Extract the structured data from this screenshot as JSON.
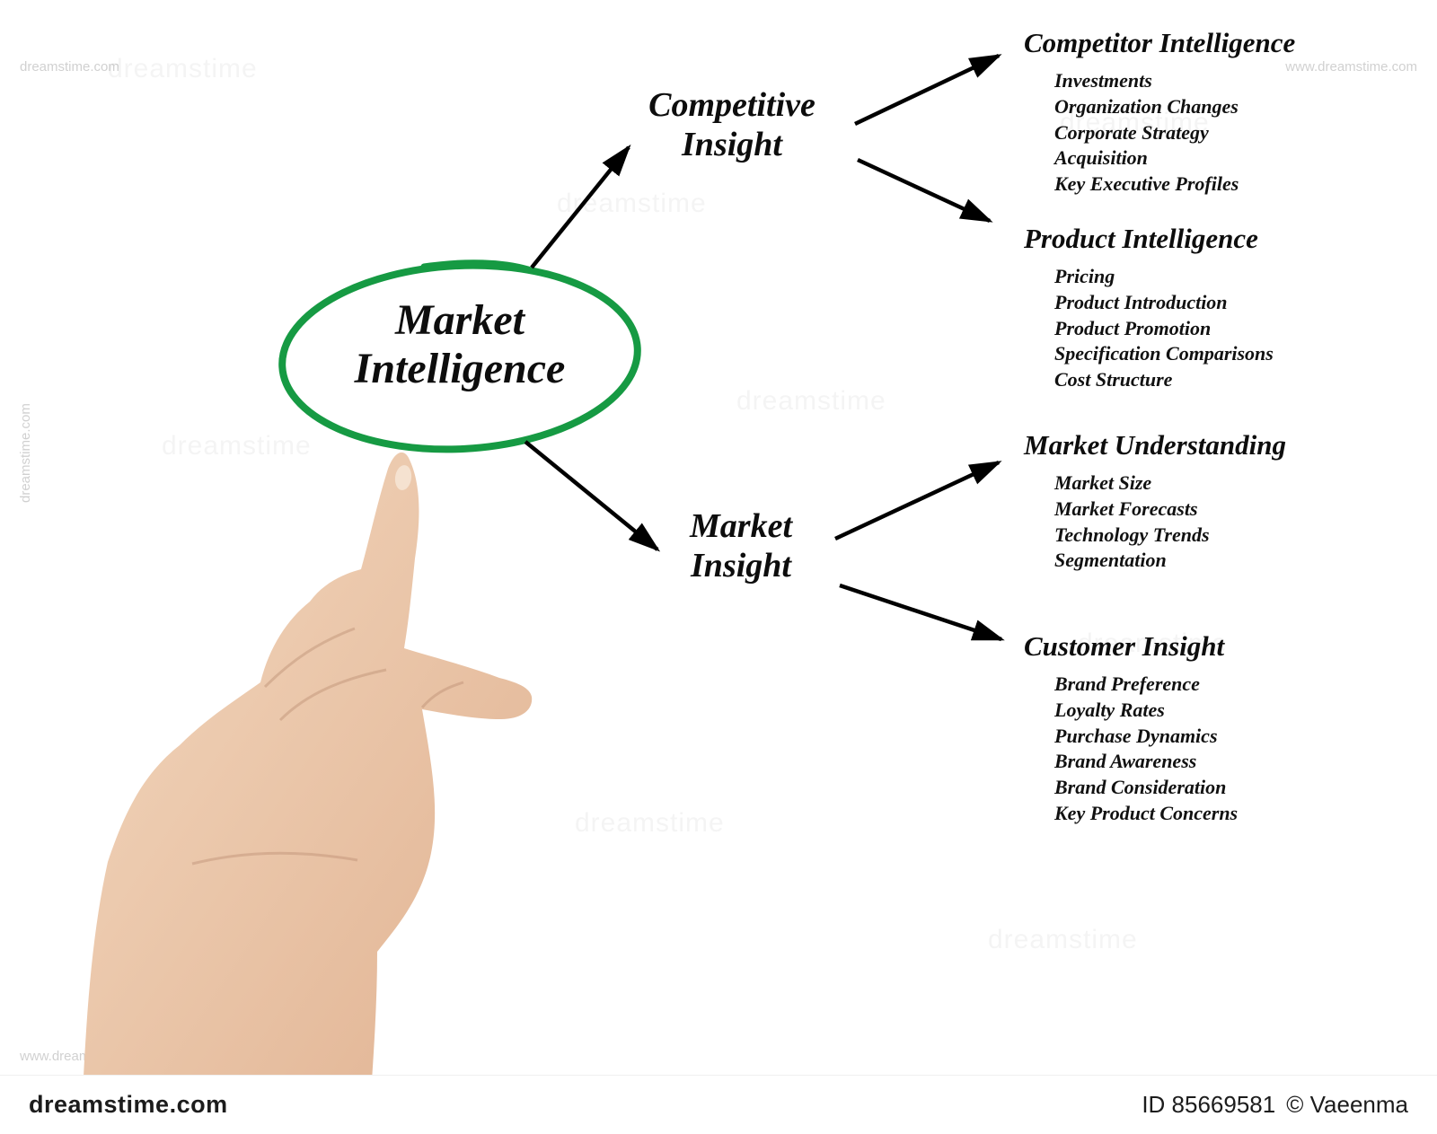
{
  "diagram": {
    "center": {
      "line1": "Market",
      "line2": "Intelligence"
    },
    "mid_nodes": [
      {
        "line1": "Competitive",
        "line2": "Insight"
      },
      {
        "line1": "Market",
        "line2": "Insight"
      }
    ],
    "groups": [
      {
        "title": "Competitor Intelligence",
        "items": [
          "Investments",
          "Organization Changes",
          "Corporate Strategy",
          "Acquisition",
          "Key Executive Profiles"
        ]
      },
      {
        "title": "Product Intelligence",
        "items": [
          "Pricing",
          "Product Introduction",
          "Product Promotion",
          "Specification Comparisons",
          "Cost Structure"
        ]
      },
      {
        "title": "Market Understanding",
        "items": [
          "Market Size",
          "Market Forecasts",
          "Technology Trends",
          "Segmentation"
        ]
      },
      {
        "title": "Customer Insight",
        "items": [
          "Brand Preference",
          "Loyalty Rates",
          "Purchase Dynamics",
          "Brand Awareness",
          "Brand Consideration",
          "Key Product Concerns"
        ]
      }
    ],
    "colors": {
      "ellipse": "#169a43",
      "arrow": "#000000"
    }
  },
  "watermark": {
    "tile": "dreamstime",
    "site": "dreamstime.com",
    "side": "www.dreamstime.com",
    "footer_brand": "dreamstime.com",
    "footer_id": "ID 85669581",
    "footer_credit": "© Vaeenma"
  }
}
